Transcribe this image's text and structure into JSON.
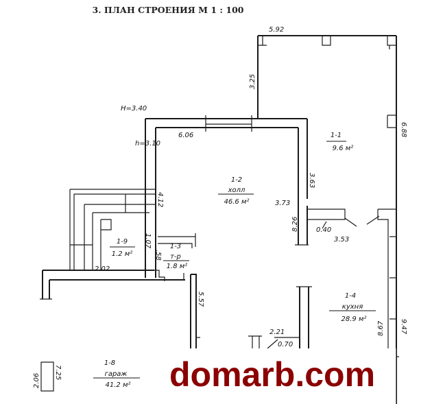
{
  "title": "3. ПЛАН СТРОЕНИЯ М 1 : 100",
  "watermark": "domarb.com",
  "dimensions": {
    "top_width": "5.92",
    "upper_left": "3.25",
    "height_outer": "H=3.40",
    "window_width": "6.06",
    "height_inner": "h=3.10",
    "right_upper": "6.88",
    "hall_right": "3.63",
    "left_wall": "4.12",
    "partition_width": "3.73",
    "hall_height": "8.26",
    "door": "0.40",
    "kitchen_partition": "3.53",
    "wc_height": "1.07",
    "wc_door": ".58",
    "storage_width": "2.02",
    "garage_wall": "5.57",
    "kitchen_inner": "8.67",
    "kitchen_outer": "9.47",
    "lower_width": "2.21",
    "lower_door": "0.70",
    "garage_left_inner": "2.06",
    "garage_left_outer": "7.25"
  },
  "rooms": [
    {
      "id": "1-1",
      "name": "",
      "area": "9.6 м²"
    },
    {
      "id": "1-2",
      "name": "холл",
      "area": "46.6 м²"
    },
    {
      "id": "1-9",
      "name": "",
      "area": "1.2 м²"
    },
    {
      "id": "1-3",
      "name": "т-р",
      "area": "1.8 м²"
    },
    {
      "id": "1-4",
      "name": "кухня",
      "area": "28.9 м²"
    },
    {
      "id": "1-8",
      "name": "гараж",
      "area": "41.2 м²"
    }
  ]
}
